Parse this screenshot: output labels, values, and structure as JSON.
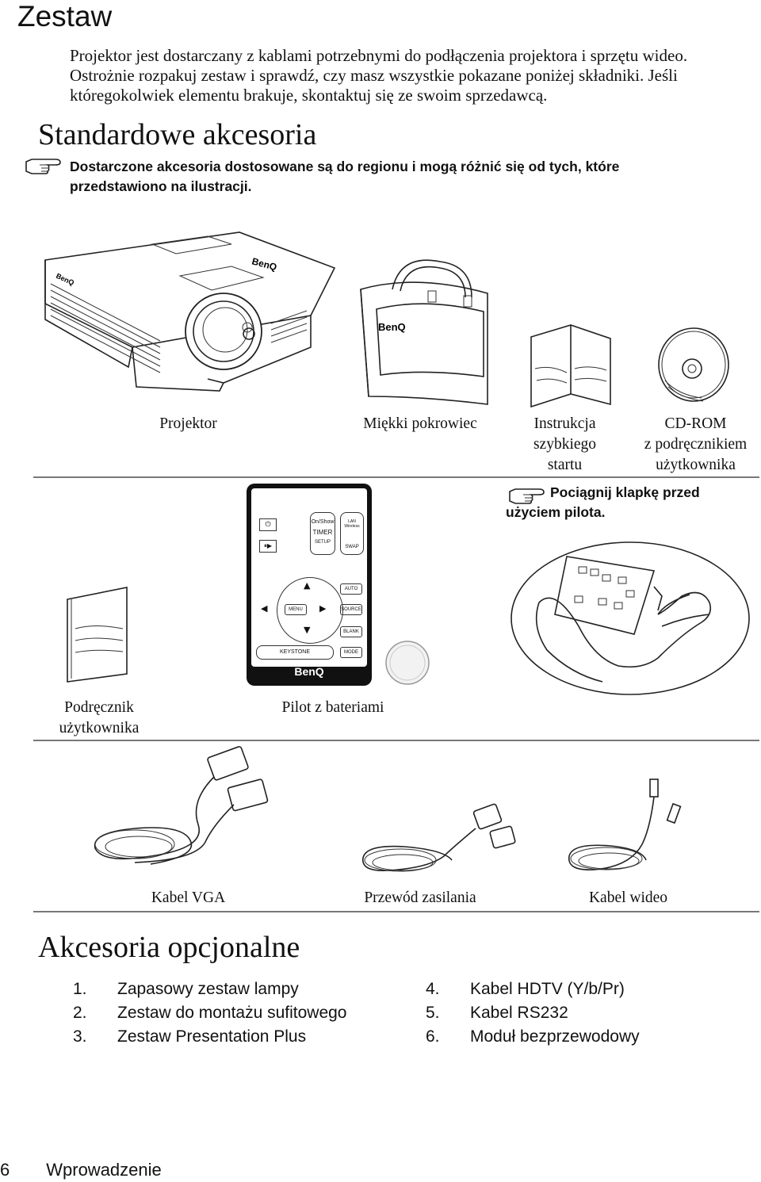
{
  "title": "Zestaw",
  "intro": "Projektor jest dostarczany z kablami potrzebnymi do podłączenia projektora i sprzętu wideo. Ostrożnie rozpakuj zestaw i sprawdź, czy masz wszystkie pokazane poniżej składniki. Jeśli któregokolwiek elementu brakuje, skontaktuj się ze swoim sprzedawcą.",
  "standard_heading": "Standardowe akcesoria",
  "note_regional": "Dostarczone akcesoria dostosowane są do regionu i mogą różnić się od tych, które przedstawiono na ilustracji.",
  "items_row1": {
    "projector": "Projektor",
    "bag": "Miękki pokrowiec",
    "qsg_l1": "Instrukcja",
    "qsg_l2": "szybkiego",
    "qsg_l3": "startu",
    "cd_l1": "CD-ROM",
    "cd_l2": "z podręcznikiem",
    "cd_l3": "użytkownika"
  },
  "note_remote": "Pociągnij klapkę przed użyciem pilota.",
  "items_row2": {
    "manual_l1": "Podręcznik",
    "manual_l2": "użytkownika",
    "remote": "Pilot z bateriami"
  },
  "remote_labels": {
    "on_show": "On/Show",
    "timer": "TIMER",
    "setup": "SETUP",
    "lan": "LAN Wireless",
    "swap": "SWAP",
    "auto": "AUTO",
    "menu": "MENU",
    "source": "SOURCE",
    "blank": "BLANK",
    "keystone": "KEYSTONE",
    "mode": "MODE",
    "brand": "BenQ"
  },
  "items_row3": {
    "vga": "Kabel VGA",
    "power": "Przewód zasilania",
    "video": "Kabel wideo"
  },
  "optional_heading": "Akcesoria opcjonalne",
  "optional_left": [
    {
      "num": "1.",
      "text": "Zapasowy zestaw lampy"
    },
    {
      "num": "2.",
      "text": "Zestaw do montażu sufitowego"
    },
    {
      "num": "3.",
      "text": "Zestaw Presentation Plus"
    }
  ],
  "optional_right": [
    {
      "num": "4.",
      "text": "Kabel HDTV (Y/b/Pr)"
    },
    {
      "num": "5.",
      "text": "Kabel RS232"
    },
    {
      "num": "6.",
      "text": "Moduł bezprzewodowy"
    }
  ],
  "footer": {
    "page": "6",
    "section": "Wprowadzenie"
  }
}
